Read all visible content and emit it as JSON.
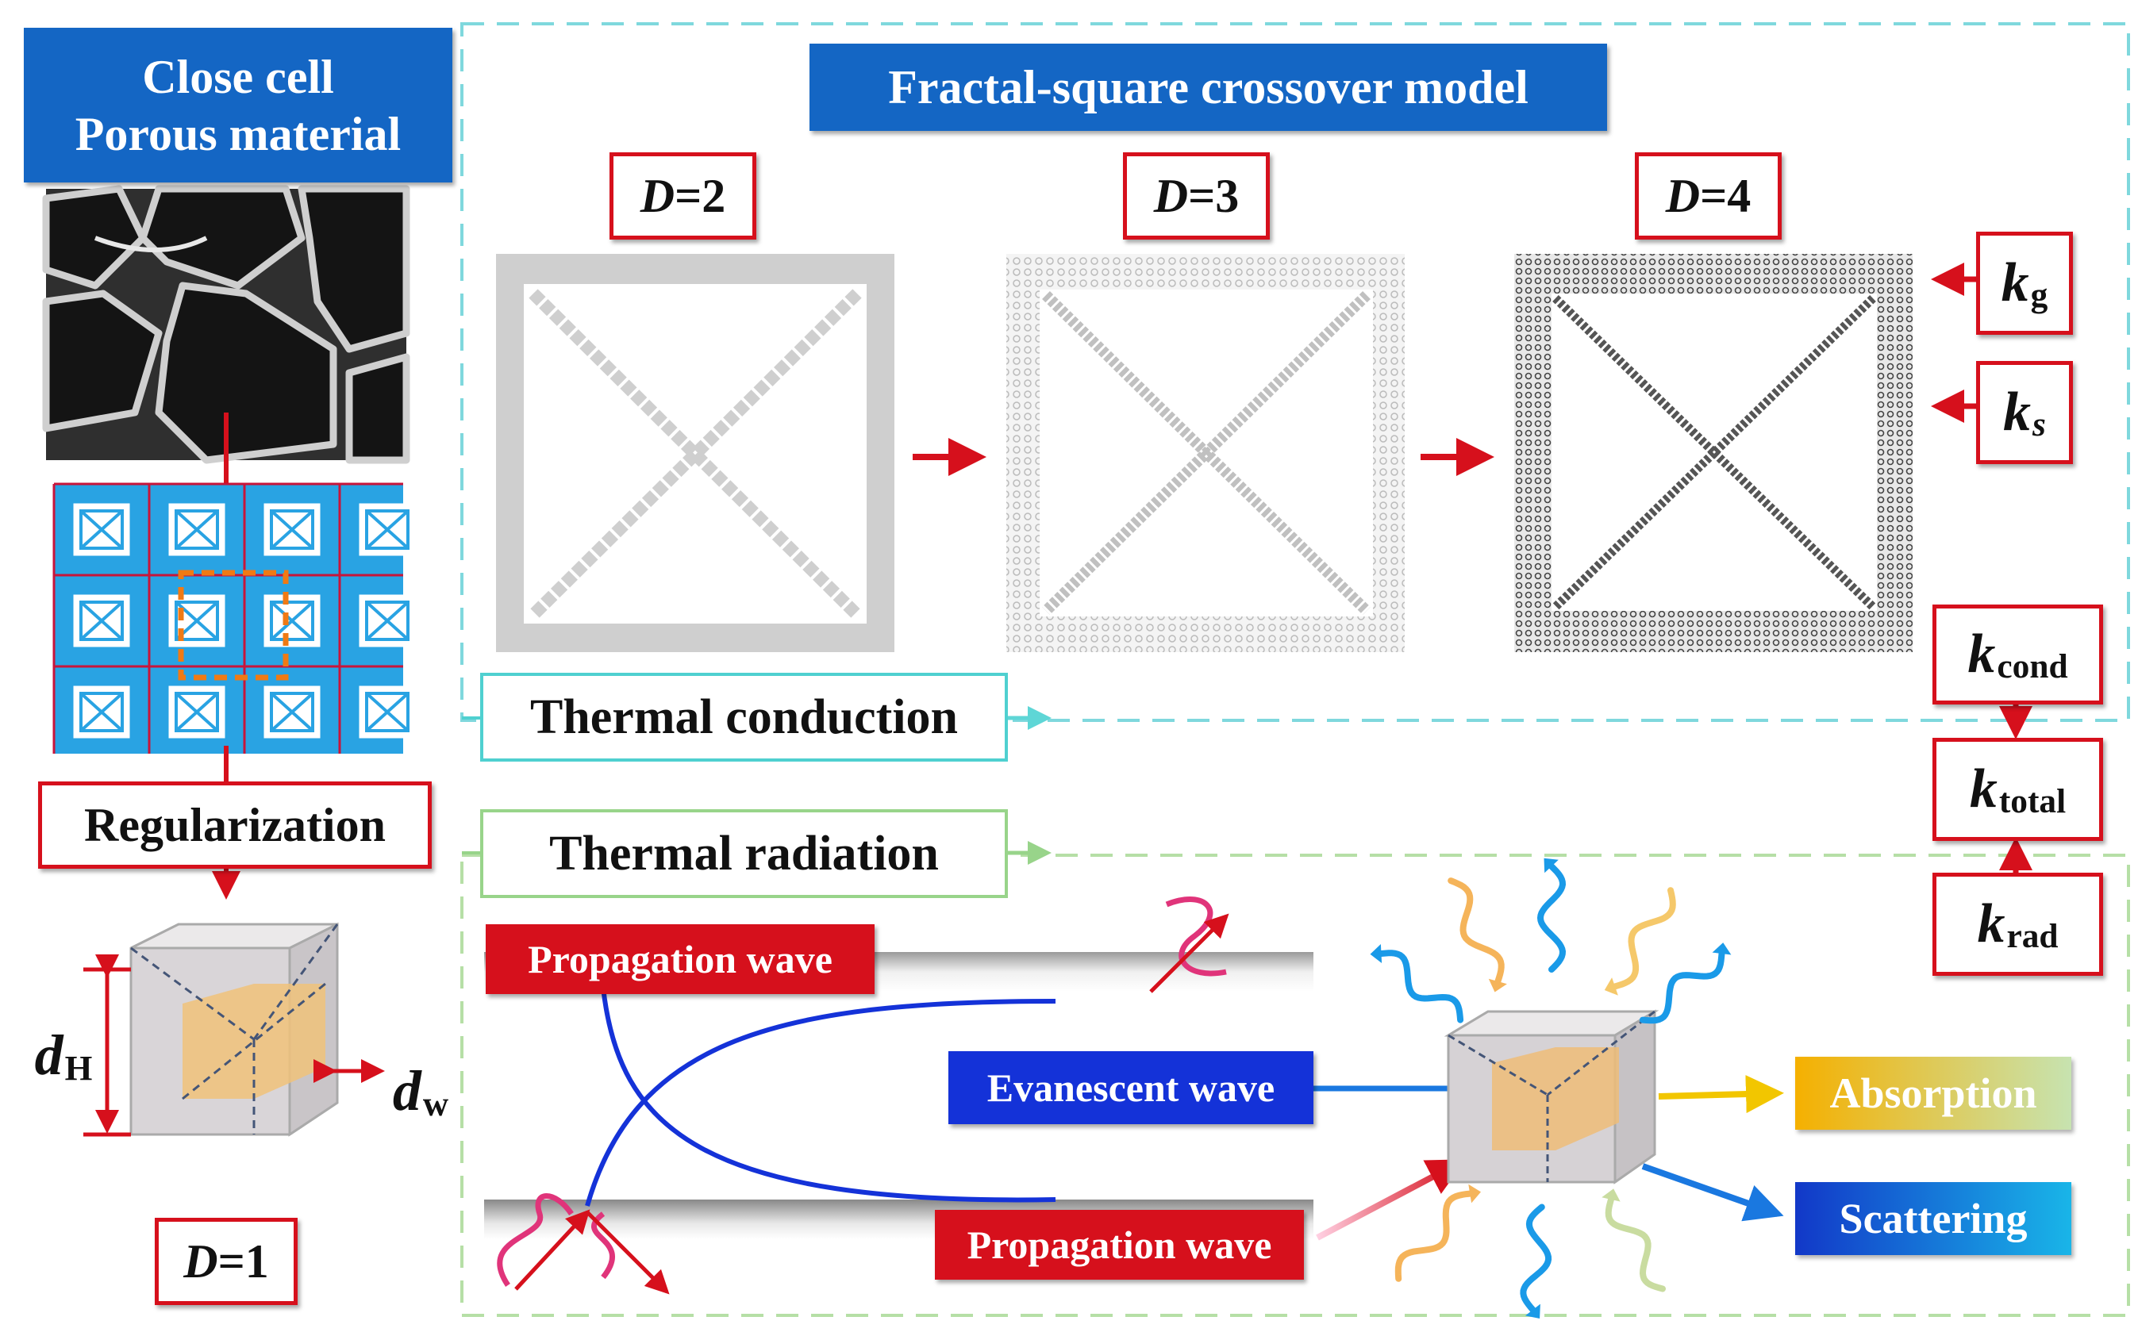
{
  "left": {
    "title_line1": "Close cell",
    "title_line2": "Porous material",
    "regularization": "Regularization",
    "cube_label_h": "d",
    "cube_label_h_sub": "H",
    "cube_label_w": "d",
    "cube_label_w_sub": "w",
    "d1": {
      "var": "D",
      "rest": "=1"
    }
  },
  "top": {
    "title": "Fractal-square crossover model",
    "stages": [
      {
        "var": "D",
        "rest": "=2"
      },
      {
        "var": "D",
        "rest": "=3"
      },
      {
        "var": "D",
        "rest": "=4"
      }
    ],
    "thermal_conduction": "Thermal conduction"
  },
  "bottom": {
    "thermal_radiation": "Thermal radiation",
    "propagation_wave_top": "Propagation wave",
    "propagation_wave_bottom": "Propagation wave",
    "evanescent_wave": "Evanescent wave",
    "absorption": "Absorption",
    "scattering": "Scattering"
  },
  "right": {
    "k": "k",
    "kg_sub": "g",
    "ks_sub": "s",
    "kcond_sub": "cond",
    "ktotal_sub": "total",
    "krad_sub": "rad"
  },
  "colors": {
    "red": "#d6101c",
    "blue": "#1466c4",
    "cyan_dash": "#7fd8dd",
    "green_dash": "#b6dfa6",
    "teal_border": "#4fd0d0",
    "green_border": "#98d48a"
  }
}
